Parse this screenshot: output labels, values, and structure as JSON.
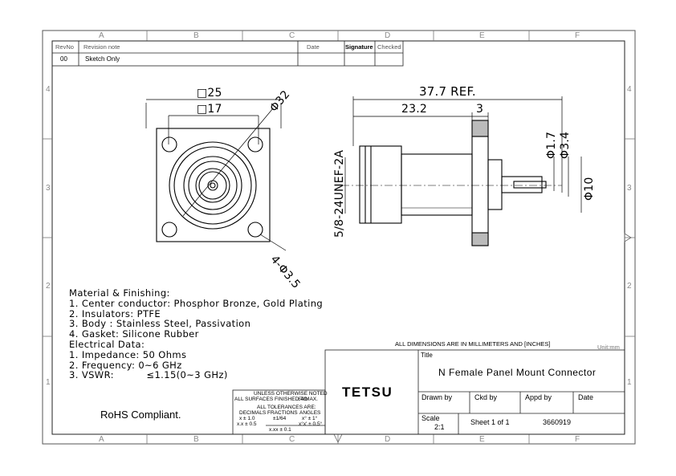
{
  "zones": {
    "columns": [
      "A",
      "B",
      "C",
      "D",
      "E",
      "F"
    ],
    "rows": [
      "4",
      "3",
      "2",
      "1"
    ]
  },
  "revision": {
    "headers": {
      "rev": "RevNo",
      "note": "Revision note",
      "date": "Date",
      "signature": "Signature",
      "checked": "Checked"
    },
    "rows": [
      {
        "rev": "00",
        "note": "Sketch Only"
      }
    ]
  },
  "dims": {
    "sq25": "□25",
    "sq17": "□17",
    "dia32": "Φ32",
    "holes": "4-Φ3.5",
    "ref": "37.7 REF.",
    "len232": "23.2",
    "len3": "3",
    "dia17": "Φ1.7",
    "dia34": "Φ3.4",
    "dia10": "Φ10",
    "thread": "5/8-24UNEF-2A"
  },
  "notes": [
    "Material & Finishing:",
    "1. Center conductor: Phosphor Bronze, Gold Plating",
    "2. Insulators: PTFE",
    "3. Body : Stainless Steel, Passivation",
    "4. Gasket: Silicone Rubber",
    "Electrical Data:",
    "1. Impedance: 50 Ohms",
    "2. Frequency: 0~6 GHz",
    "3. VSWR:          ≤1.15(0~3 GHz)"
  ],
  "rohs": "RoHS Compliant.",
  "tolerance": {
    "l1": "UNLESS OTHERWISE NOTED",
    "l2": "ALL SURFACES FINISHED TO",
    "l2b": "64/MAX.",
    "l3": "ALL TOLERANCES ARE:",
    "h1": "DECIMALS",
    "h2": "FRACTIONS",
    "h3": "ANGLES",
    "d1": "x ± 1.0",
    "d2": "x.x ± 0.5",
    "f1": "±1/64",
    "a1": "x° ± 1°",
    "a2": "x°x' ± 0.5°",
    "d3": "x.xx ± 0.1"
  },
  "title_block": {
    "dims_note": "ALL DIMENSIONS ARE IN MILLIMETERS AND [INCHES]",
    "unit": "Unit:mm",
    "title_label": "Title",
    "title": "N Female Panel Mount Connector",
    "company": "TETSU",
    "drawn_by": "Drawn by",
    "ckd_by": "Ckd by",
    "appd_by": "Appd by",
    "date": "Date",
    "scale_label": "Scale",
    "scale": "2:1",
    "sheet": "Sheet 1 of 1",
    "part_no": "3660919"
  }
}
